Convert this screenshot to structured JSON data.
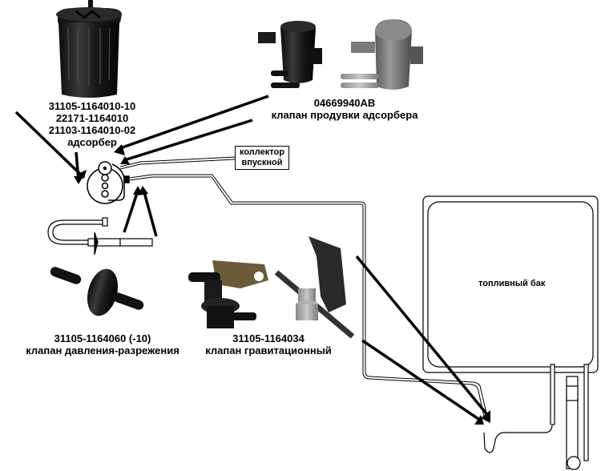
{
  "diagram": {
    "title": "Система улавливания паров топлива",
    "adsorber": {
      "part_numbers": [
        "31105-1164010-10",
        "22171-1164010",
        "21103-1164010-02"
      ],
      "name": "адсорбер"
    },
    "purge_valve": {
      "part_number": "04669940AB",
      "name": "клапан продувки адсорбера"
    },
    "intake_manifold": {
      "line1": "коллектор",
      "line2": "впускной"
    },
    "pressure_valve": {
      "part_number": "31105-1164060 (-10)",
      "name": "клапан давления-разрежения"
    },
    "gravity_valve": {
      "part_number": "31105-1164034",
      "name": "клапан гравитационный"
    },
    "fuel_tank": {
      "name": "топливный бак"
    },
    "colors": {
      "line": "#000000",
      "pipe": "#555555",
      "part_dark": "#1a1a1a",
      "part_gray": "#7a7a7a",
      "background": "#ffffff"
    }
  }
}
